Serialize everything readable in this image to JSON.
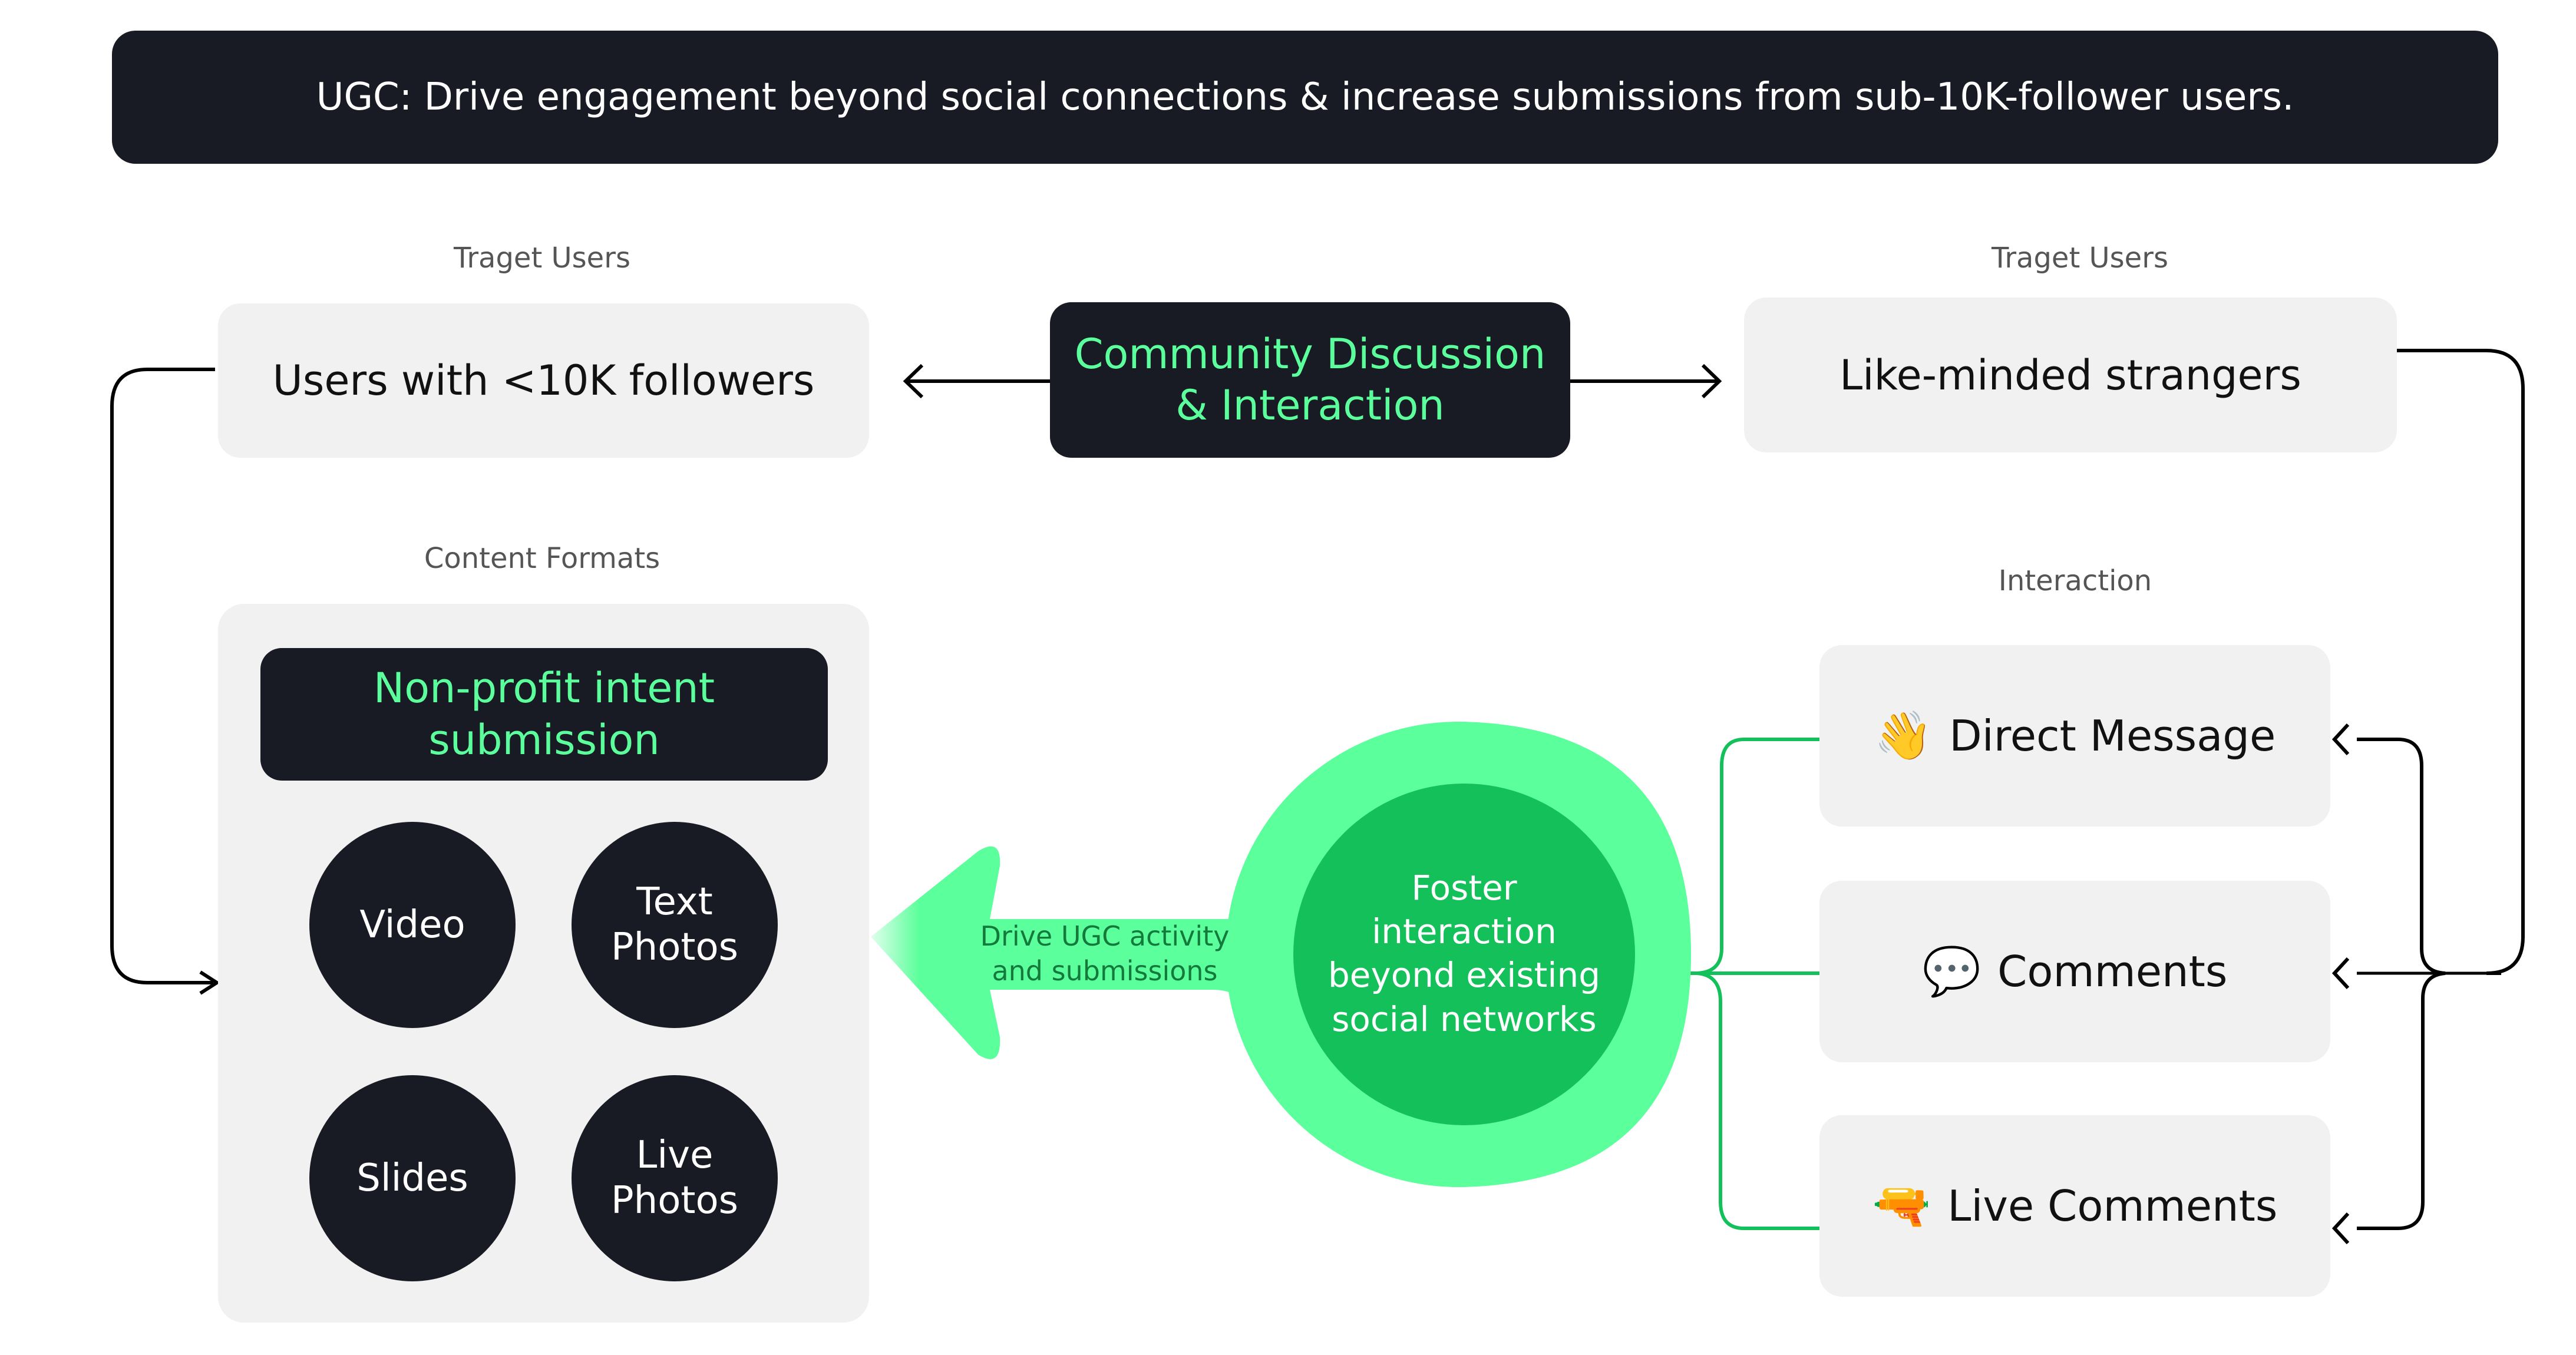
{
  "banner": {
    "title": "UGC: Drive engagement beyond social connections & increase submissions from sub-10K-follower users."
  },
  "target_users_left": {
    "label": "Traget Users",
    "box": "Users with <10K followers"
  },
  "center": {
    "line1": "Community Discussion",
    "line2": "& Interaction"
  },
  "target_users_right": {
    "label": "Traget Users",
    "box": "Like-minded strangers"
  },
  "content_formats": {
    "label": "Content Formats",
    "header": "Non-profit intent submission",
    "items": [
      {
        "label": "Video"
      },
      {
        "label": "Text\nPhotos"
      },
      {
        "label": "Slides"
      },
      {
        "label": "Live\nPhotos"
      }
    ]
  },
  "hub": {
    "arrow_text": "Drive UGC activity\nand submissions",
    "circle_text": "Foster\ninteraction\nbeyond existing\nsocial networks"
  },
  "interaction": {
    "label": "Interaction",
    "items": [
      {
        "icon": "waving-hand-icon",
        "glyph": "👋",
        "label": "Direct Message"
      },
      {
        "icon": "speech-bubble-icon",
        "glyph": "💬",
        "label": "Comments"
      },
      {
        "icon": "water-pistol-icon",
        "glyph": "🔫",
        "label": "Live Comments"
      }
    ]
  },
  "colors": {
    "dark": "#181a24",
    "accent_green": "#5bff9b",
    "deep_green": "#14c05a",
    "box_gray": "#f1f1f1"
  }
}
